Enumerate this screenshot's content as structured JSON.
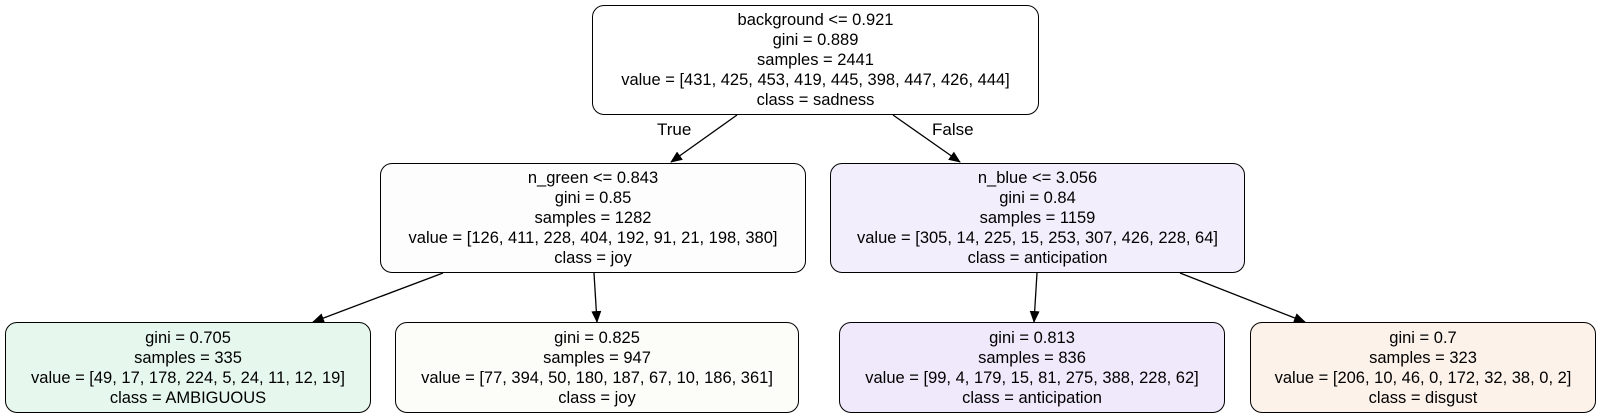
{
  "tree": {
    "edge_labels": {
      "true_label": "True",
      "false_label": "False"
    },
    "nodes": {
      "root": {
        "split": "background <= 0.921",
        "gini": "gini = 0.889",
        "samples": "samples = 2441",
        "value": "value = [431, 425, 453, 419, 445, 398, 447, 426, 444]",
        "class": "class = sadness",
        "fill": "#ffffff"
      },
      "left": {
        "split": "n_green <= 0.843",
        "gini": "gini = 0.85",
        "samples": "samples = 1282",
        "value": "value = [126, 411, 228, 404, 192, 91, 21, 198, 380]",
        "class": "class = joy",
        "fill": "#fdfdfd"
      },
      "right": {
        "split": "n_blue <= 3.056",
        "gini": "gini = 0.84",
        "samples": "samples = 1159",
        "value": "value = [305, 14, 225, 15, 253, 307, 426, 228, 64]",
        "class": "class = anticipation",
        "fill": "#f3eefc"
      },
      "leaf_ll": {
        "gini": "gini = 0.705",
        "samples": "samples = 335",
        "value": "value = [49, 17, 178, 224, 5, 24, 11, 12, 19]",
        "class": "class = AMBIGUOUS",
        "fill": "#e6f8ee"
      },
      "leaf_lr": {
        "gini": "gini = 0.825",
        "samples": "samples = 947",
        "value": "value = [77, 394, 50, 180, 187, 67, 10, 186, 361]",
        "class": "class = joy",
        "fill": "#fcfdf9"
      },
      "leaf_rl": {
        "gini": "gini = 0.813",
        "samples": "samples = 836",
        "value": "value = [99, 4, 179, 15, 81, 275, 388, 228, 62]",
        "class": "class = anticipation",
        "fill": "#efe9fb"
      },
      "leaf_rr": {
        "gini": "gini = 0.7",
        "samples": "samples = 323",
        "value": "value = [206, 10, 46, 0, 172, 32, 38, 0, 2]",
        "class": "class = disgust",
        "fill": "#fcf2ea"
      }
    }
  }
}
